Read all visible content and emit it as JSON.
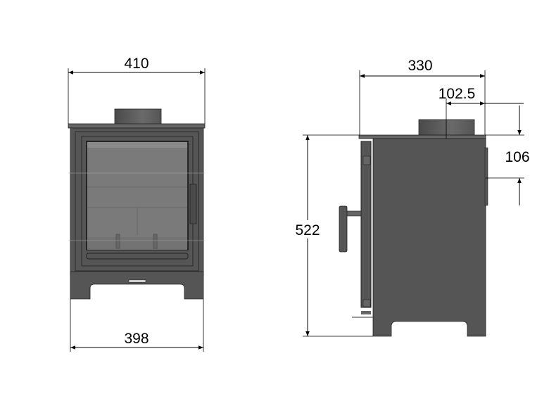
{
  "front_view": {
    "width_top_label": "410",
    "width_bottom_label": "398"
  },
  "side_view": {
    "depth_label": "330",
    "flue_offset_label": "102.5",
    "rear_offset_label": "106",
    "height_label": "522"
  },
  "colors": {
    "body": "#555555",
    "glass": "#7a7a7a",
    "line": "#000000"
  }
}
